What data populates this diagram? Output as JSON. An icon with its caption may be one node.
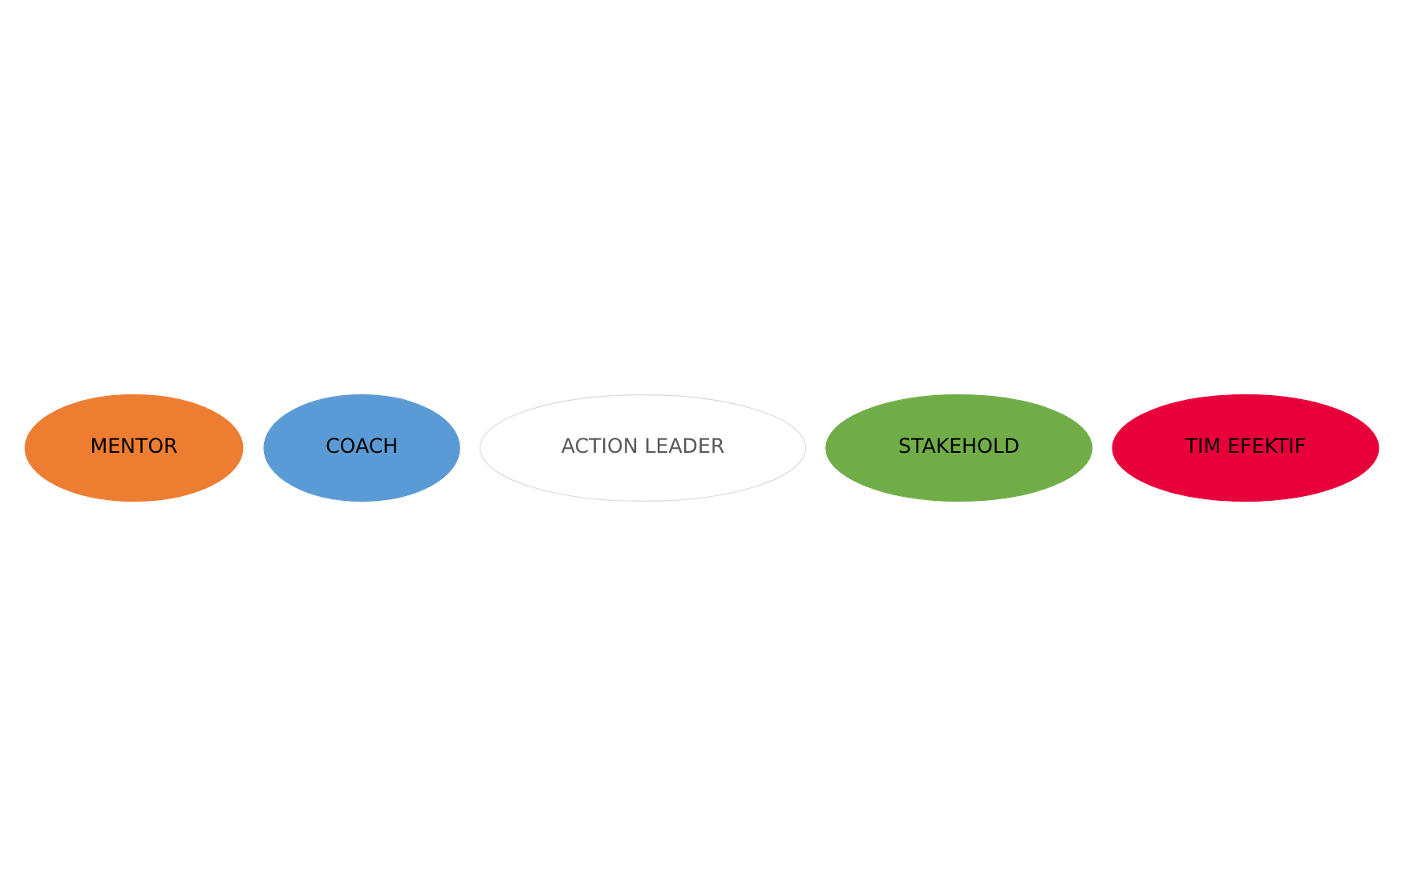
{
  "diagram": {
    "nodes": [
      {
        "text": [
          "MENTOR"
        ]
      },
      {
        "text": [
          "COACH"
        ]
      },
      {
        "text": [
          "ACTION LEADER"
        ]
      },
      {
        "text": [
          "STAKEHOLD"
        ]
      },
      {
        "text": [
          "TIM EFEKTIF"
        ]
      }
    ],
    "edges": []
  }
}
